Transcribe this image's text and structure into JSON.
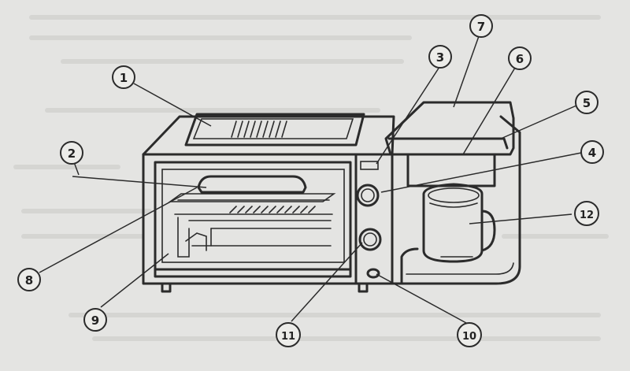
{
  "callouts": [
    {
      "id": "1",
      "label": "①"
    },
    {
      "id": "2",
      "label": "②"
    },
    {
      "id": "3",
      "label": "③"
    },
    {
      "id": "4",
      "label": "④"
    },
    {
      "id": "5",
      "label": "⑤"
    },
    {
      "id": "6",
      "label": "⑥"
    },
    {
      "id": "7",
      "label": "⑦"
    },
    {
      "id": "8",
      "label": "⑧"
    },
    {
      "id": "9",
      "label": "⑨"
    },
    {
      "id": "10",
      "label": "⑩"
    },
    {
      "id": "11",
      "label": "⑪"
    },
    {
      "id": "12",
      "label": "⑫"
    }
  ]
}
